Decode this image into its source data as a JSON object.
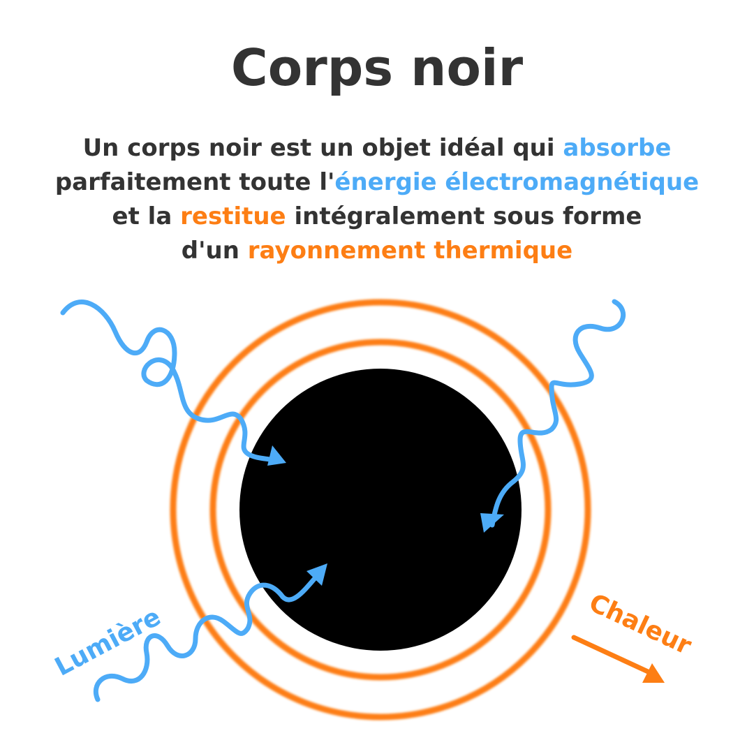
{
  "title": "Corps noir",
  "definition": {
    "line1_a": "Un corps noir est un objet idéal qui ",
    "line1_b": "absorbe",
    "line2_a": "parfaitement toute l'",
    "line2_b": "énergie électromagnétique",
    "line3_a": "et la ",
    "line3_b": "restitue",
    "line3_c": " intégralement sous forme",
    "line4_a": "d'un ",
    "line4_b": "rayonnement thermique"
  },
  "labels": {
    "light": "Lumière",
    "heat": "Chaleur"
  },
  "colors": {
    "light": "#4dabf7",
    "heat": "#fd7e14",
    "body": "#000000",
    "text": "#333333"
  }
}
